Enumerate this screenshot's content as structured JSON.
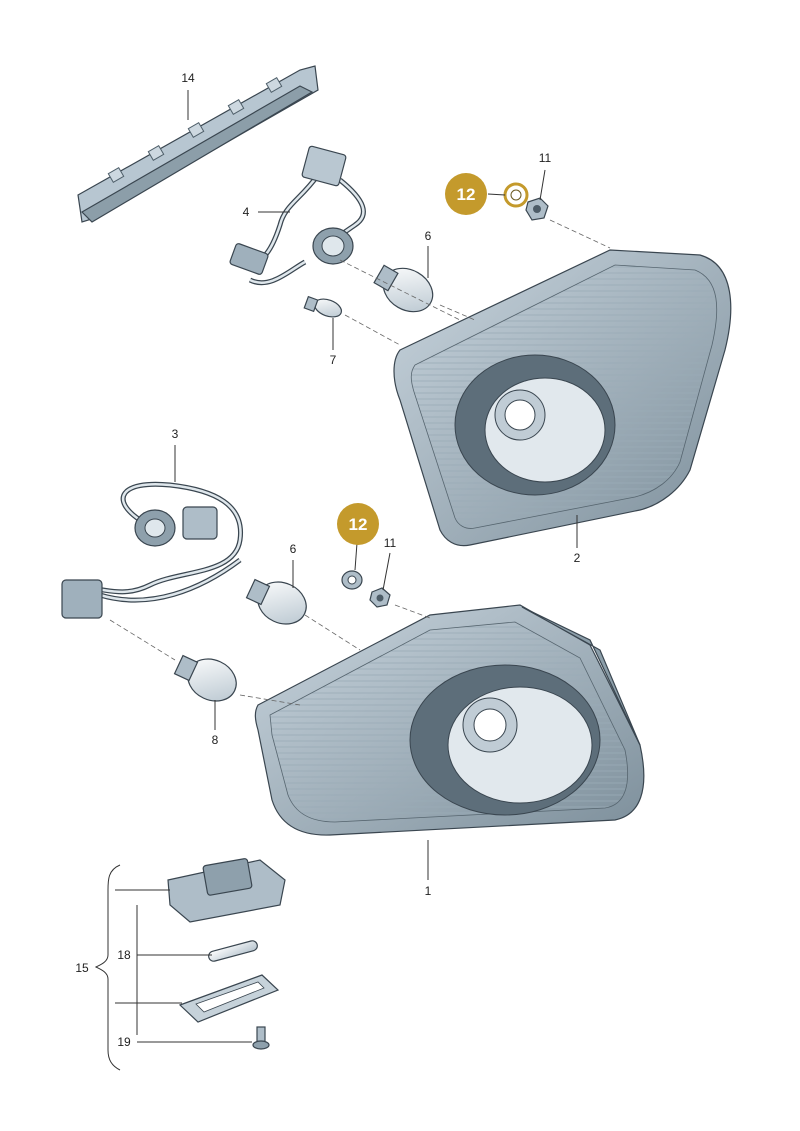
{
  "labels": {
    "p1": "1",
    "p2": "2",
    "p3": "3",
    "p4": "4",
    "p6a": "6",
    "p6b": "6",
    "p7": "7",
    "p8": "8",
    "p11a": "11",
    "p11b": "11",
    "p12a": "12",
    "p12b": "12",
    "p14": "14",
    "p15": "15",
    "p18": "18",
    "p19": "19"
  },
  "colors": {
    "highlight_badge": "#c49a2c",
    "part_fill": "#aebdc8",
    "part_dark": "#5d6e7a",
    "lens_light": "#dbe4ea"
  }
}
